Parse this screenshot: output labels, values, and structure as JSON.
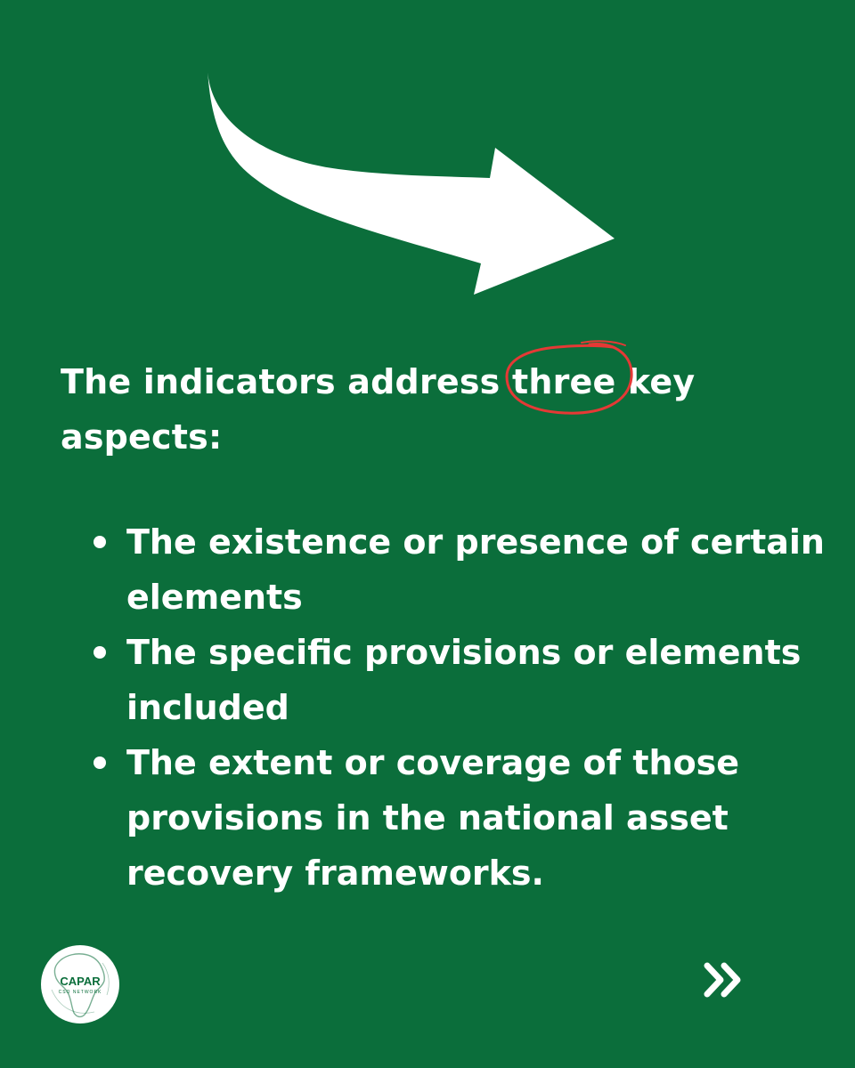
{
  "content": {
    "intro_before": "The indicators address",
    "intro_highlight": "three",
    "intro_after": "key aspects:",
    "bullets": [
      "The existence or presence of certain elements",
      "The specific provisions or elements included",
      "The extent or coverage of those provisions in the national asset recovery frameworks."
    ]
  },
  "logo": {
    "title": "CAPAR",
    "subtitle": "CSO NETWORK"
  },
  "icons": {
    "arrow": "curved-arrow-icon",
    "next": "double-chevron-right-icon",
    "bullet": "bullet-dot-icon"
  },
  "colors": {
    "background": "#0b6e3b",
    "text": "#ffffff",
    "highlight_circle": "#e53935",
    "logo_background": "#ffffff",
    "logo_text": "#0b6e3b"
  }
}
